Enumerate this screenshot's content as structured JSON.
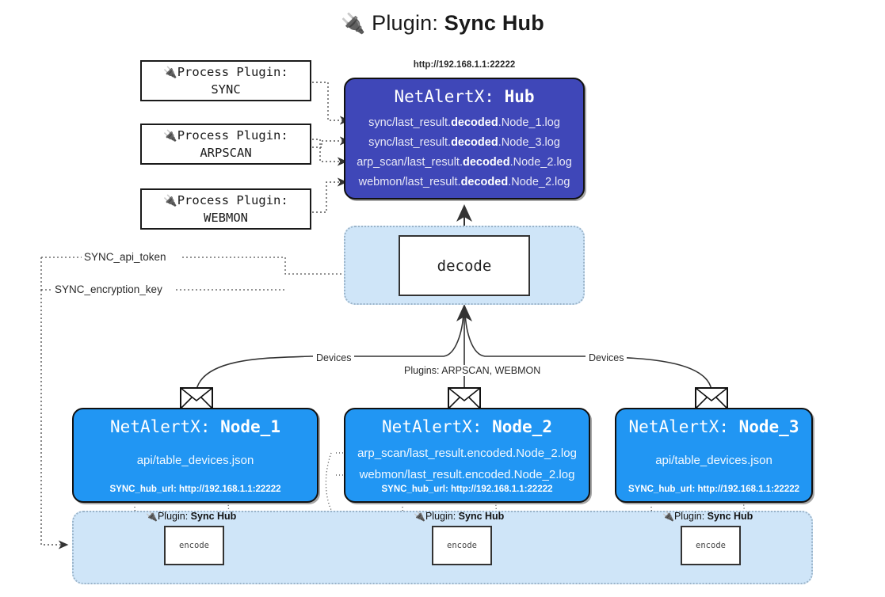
{
  "title": {
    "icon": "plug-icon",
    "prefix": "Plugin: ",
    "name": "Sync Hub"
  },
  "process_plugins": [
    {
      "icon": "plug-icon",
      "line1": "Process Plugin:",
      "line2": "SYNC"
    },
    {
      "icon": "plug-icon",
      "line1": "Process Plugin:",
      "line2": "ARPSCAN"
    },
    {
      "icon": "plug-icon",
      "line1": "Process Plugin:",
      "line2": "WEBMON"
    }
  ],
  "hub": {
    "url": "http://192.168.1.1:22222",
    "title_prefix": "NetAlertX: ",
    "title_name": "Hub",
    "logs": [
      {
        "pre": "sync/last_result.",
        "mid": "decoded",
        "post": ".Node_1.log"
      },
      {
        "pre": "sync/last_result.",
        "mid": "decoded",
        "post": ".Node_3.log"
      },
      {
        "pre": "arp_scan/last_result.",
        "mid": "decoded",
        "post": ".Node_2.log"
      },
      {
        "pre": "webmon/last_result.",
        "mid": "decoded",
        "post": ".Node_2.log"
      }
    ]
  },
  "decode": {
    "label": "decode"
  },
  "tokens": {
    "api": "SYNC_api_token",
    "encryption": "SYNC_encryption_key"
  },
  "edge_labels": {
    "devices_left": "Devices",
    "devices_right": "Devices",
    "plugins_center": "Plugins: ARPSCAN, WEBMON"
  },
  "nodes": [
    {
      "title_prefix": "NetAlertX: ",
      "title_name": "Node_1",
      "lines": [
        "api/table_devices.json"
      ],
      "hub_url": "SYNC_hub_url: http://192.168.1.1:22222"
    },
    {
      "title_prefix": "NetAlertX: ",
      "title_name": "Node_2",
      "lines": [
        "arp_scan/last_result.encoded.Node_2.log",
        "webmon/last_result.encoded.Node_2.log"
      ],
      "hub_url": "SYNC_hub_url: http://192.168.1.1:22222"
    },
    {
      "title_prefix": "NetAlertX: ",
      "title_name": "Node_3",
      "lines": [
        "api/table_devices.json"
      ],
      "hub_url": "SYNC_hub_url: http://192.168.1.1:22222"
    }
  ],
  "bottom_clusters": [
    {
      "plugin_prefix": "Plugin: ",
      "plugin_name": "Sync Hub",
      "encode_label": "encode"
    },
    {
      "plugin_prefix": "Plugin: ",
      "plugin_name": "Sync Hub",
      "encode_label": "encode"
    },
    {
      "plugin_prefix": "Plugin: ",
      "plugin_name": "Sync Hub",
      "encode_label": "encode"
    }
  ],
  "colors": {
    "hub_fill": "#3f47b8",
    "node_fill": "#2196f3",
    "cluster_fill": "#cfe5f8",
    "cluster_border": "#9bb4c9",
    "stroke": "#111111"
  }
}
